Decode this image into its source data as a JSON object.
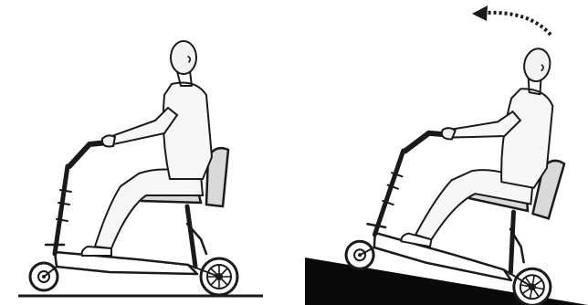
{
  "illustration": {
    "panels": [
      {
        "name": "scooter-on-level-ground"
      },
      {
        "name": "scooter-on-incline"
      }
    ],
    "colors": {
      "ink": "#1a1a1a",
      "skin": "#f3f3f3",
      "clothing": "#f7f7f7",
      "seat": "#d9d9d9",
      "ramp": "#0a0a0a",
      "background": "#ffffff"
    },
    "icons": [
      "tilt-arrow-icon",
      "ground-line",
      "ramp-shape"
    ]
  }
}
